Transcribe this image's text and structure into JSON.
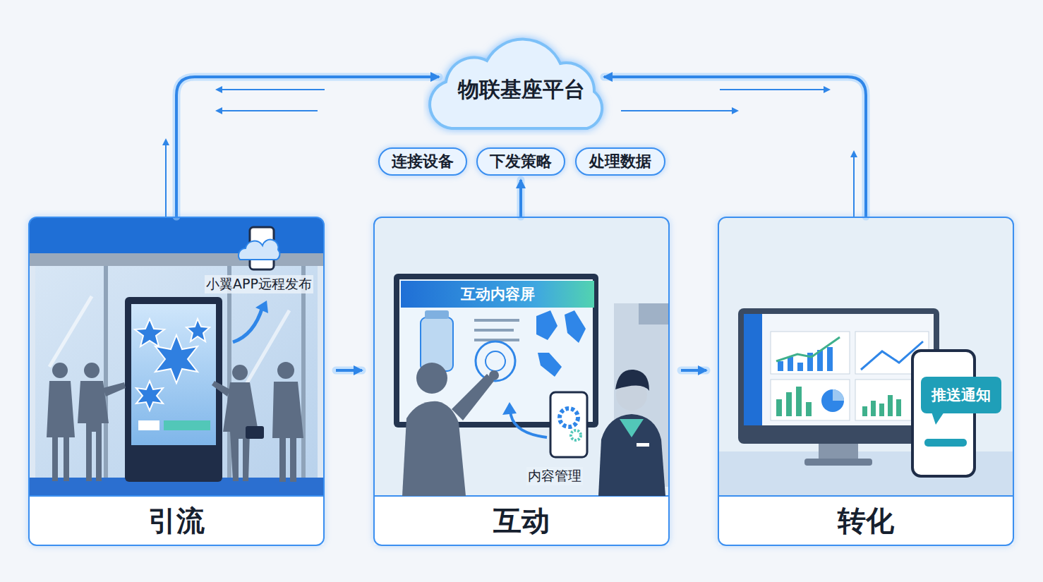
{
  "diagram": {
    "nodes": [
      {
        "text": [
          "物联基座平台"
        ]
      },
      {
        "text": [
          "连接设备"
        ]
      },
      {
        "text": [
          "下发策略"
        ]
      },
      {
        "text": [
          "处理数据"
        ]
      },
      {
        "text": [
          "引流"
        ]
      },
      {
        "text": [
          "互动"
        ]
      },
      {
        "text": [
          "转化"
        ]
      },
      {
        "text": [
          "互动内容屏"
        ],
        "in": 5
      },
      {
        "text": [
          "推送通知"
        ],
        "in": 6
      }
    ],
    "edges": [
      {
        "from": 4,
        "to": 5,
        "arrow": "to"
      },
      {
        "from": 5,
        "to": 6,
        "arrow": "to"
      },
      {
        "from": 4,
        "to": 0,
        "arrow": "to"
      },
      {
        "from": 5,
        "to": 2,
        "arrow": "to"
      },
      {
        "from": 6,
        "to": 0,
        "arrow": "to"
      }
    ],
    "labels": [
      "小翼APP远程发布",
      "内容管理"
    ]
  }
}
